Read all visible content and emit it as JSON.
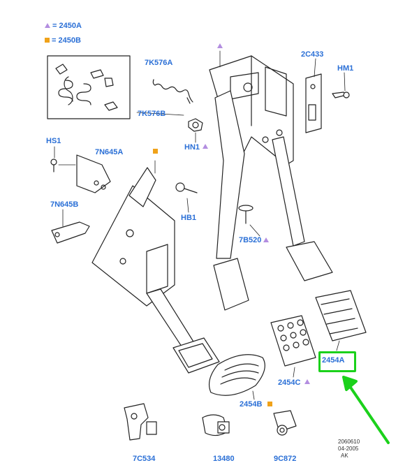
{
  "legend": {
    "triangle_text": "= 2450A",
    "square_text": "= 2450B",
    "triangle_color": "#b38ee0",
    "square_color": "#f0a21a"
  },
  "labels": {
    "l_7K576A": "7K576A",
    "l_2C433": "2C433",
    "l_HM1": "HM1",
    "l_7K576B": "7K576B",
    "l_HS1": "HS1",
    "l_7N645A": "7N645A",
    "l_HN1": "HN1",
    "l_7N645B": "7N645B",
    "l_HB1": "HB1",
    "l_7B520": "7B520",
    "l_2454A": "2454A",
    "l_2454C": "2454C",
    "l_2454B": "2454B",
    "l_7C534": "7C534",
    "l_13480": "13480",
    "l_9C872": "9C872"
  },
  "footer": {
    "line1": "2060610",
    "line2": "04-2005",
    "line3": "AK"
  },
  "colors": {
    "label": "#2a6fd6",
    "highlight": "#1bd11b",
    "line": "#222222"
  }
}
